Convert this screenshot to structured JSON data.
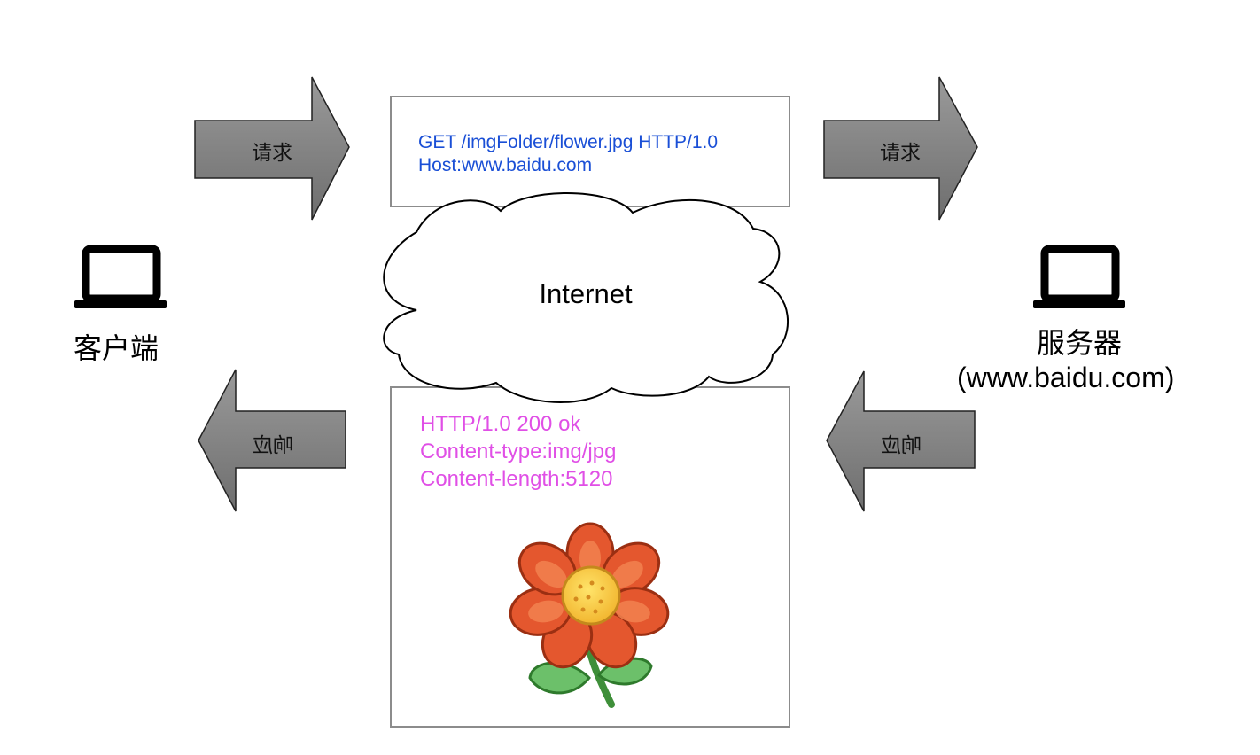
{
  "arrows": {
    "top_left_label": "请求",
    "top_right_label": "请求",
    "bottom_left_label": "响应",
    "bottom_right_label": "响应"
  },
  "request_box": {
    "line1": "GET /imgFolder/flower.jpg HTTP/1.0",
    "line2": "Host:www.baidu.com",
    "text_color": "#1a4fd6"
  },
  "cloud": {
    "label": "Internet"
  },
  "response_box": {
    "line1": "HTTP/1.0 200 ok",
    "line2": "Content-type:img/jpg",
    "line3": "Content-length:5120",
    "text_color": "#e04fe6"
  },
  "client": {
    "icon": "laptop-icon",
    "label": "客户端"
  },
  "server": {
    "icon": "laptop-icon",
    "label_line1": "服务器",
    "label_line2": "(www.baidu.com)"
  },
  "colors": {
    "arrow_fill": "#7f7f7f",
    "box_border": "#8c8c8c"
  }
}
